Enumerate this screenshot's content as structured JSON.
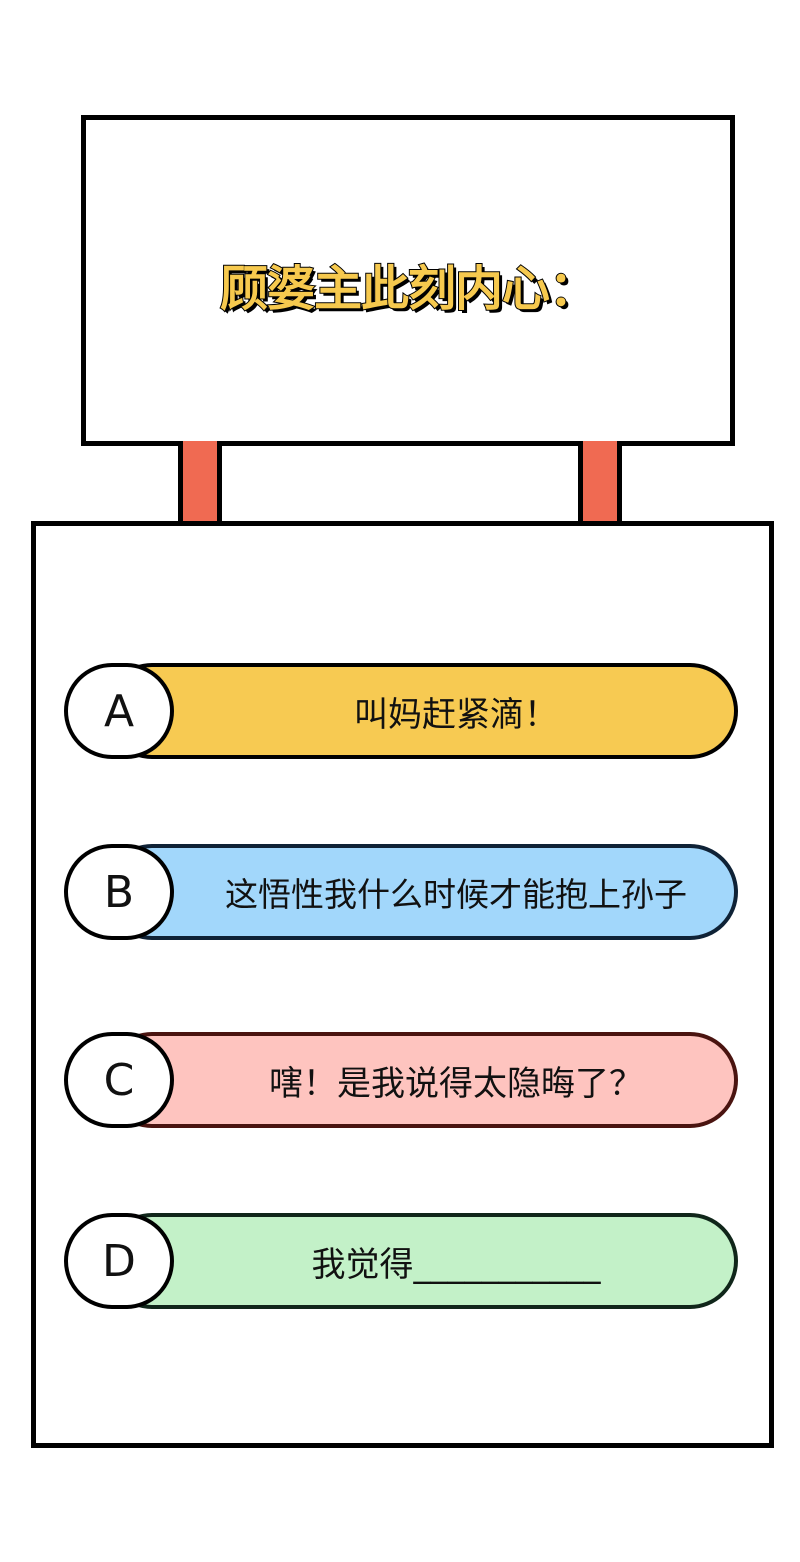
{
  "sign": {
    "title": "顾婆主此刻内心："
  },
  "options": [
    {
      "letter": "A",
      "text": "叫妈赶紧滴！",
      "color": "#f7ca52"
    },
    {
      "letter": "B",
      "text": "这悟性我什么时候才能抱上孙子",
      "color": "#a2d7fb"
    },
    {
      "letter": "C",
      "text": "嗐！是我说得太隐晦了？",
      "color": "#fec4bf"
    },
    {
      "letter": "D",
      "text": "我觉得___________",
      "color": "#c3f1c8"
    }
  ]
}
